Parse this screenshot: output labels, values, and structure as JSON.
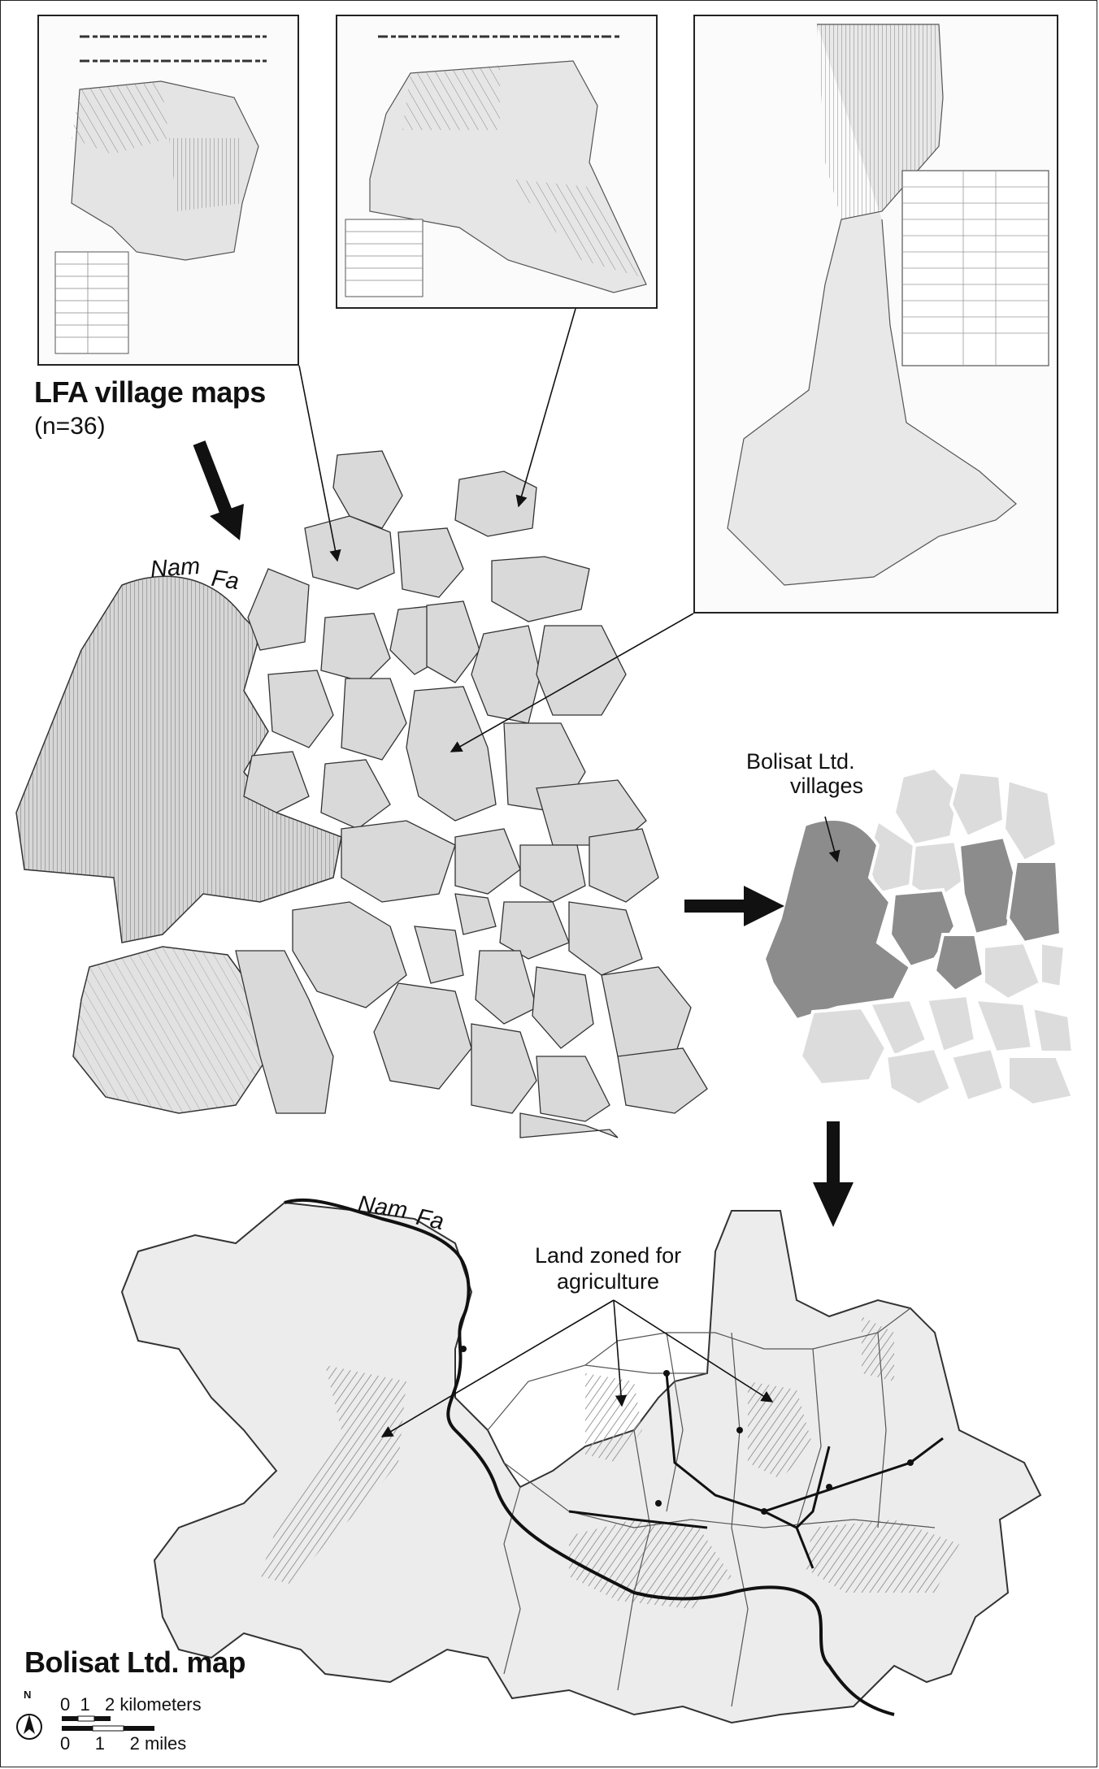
{
  "labels": {
    "lfa_title": "LFA village maps",
    "lfa_count": "(n=36)",
    "bolisat_villages_line1": "Bolisat Ltd.",
    "bolisat_villages_line2": "villages",
    "land_zoned_line1": "Land zoned for",
    "land_zoned_line2": "agriculture",
    "bolisat_map": "Bolisat Ltd. map",
    "river_word1": "Nam",
    "river_word2": "Fa"
  },
  "scale_bar": {
    "north": "N",
    "km_label": "0  1   2 kilometers",
    "mi_label": "0     1     2 miles"
  },
  "colors": {
    "frame": "#222222",
    "bolisat_village_fill": "#8c8c8c",
    "other_village_fill": "#dcdcdc",
    "map_fill": "#ececec",
    "agri_hatch": "#bdbdbd",
    "arrow": "#111111"
  },
  "icons": {
    "flow_arrow": "bold-arrow-icon",
    "north": "north-arrow-icon"
  }
}
